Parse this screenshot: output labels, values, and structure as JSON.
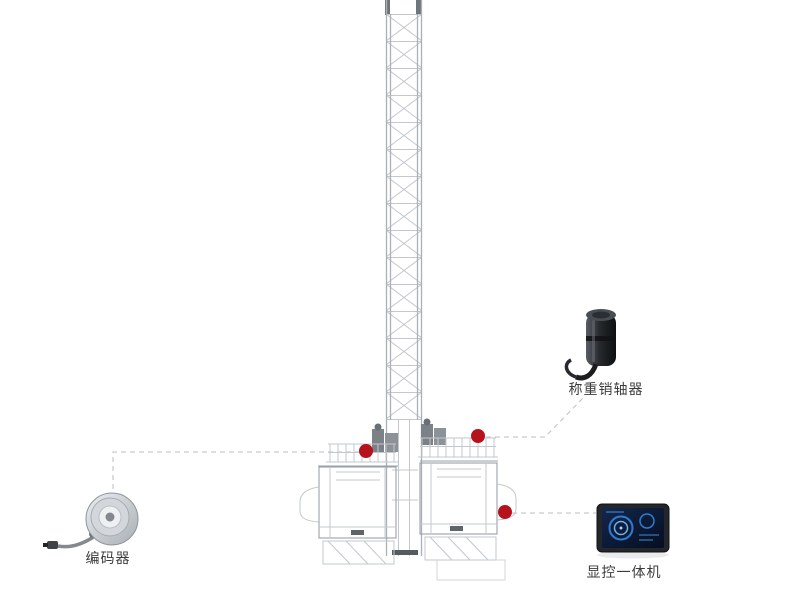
{
  "diagram": {
    "type": "product-callout-diagram",
    "subject": "construction-hoist-tower-with-twin-cages",
    "callouts": [
      {
        "id": "encoder",
        "label": "编码器",
        "icon": "encoder-photo",
        "marker": "red-dot"
      },
      {
        "id": "load-pin",
        "label": "称重销轴器",
        "icon": "load-pin-photo",
        "marker": "red-dot"
      },
      {
        "id": "display",
        "label": "显控一体机",
        "icon": "display-photo",
        "marker": "red-dot"
      }
    ],
    "colors": {
      "marker": "#b5121b",
      "line": "#c9c9c9",
      "drawing": "#c2c8ce",
      "label": "#3c3c3c",
      "screen_accent": "#2e7cd0"
    }
  }
}
